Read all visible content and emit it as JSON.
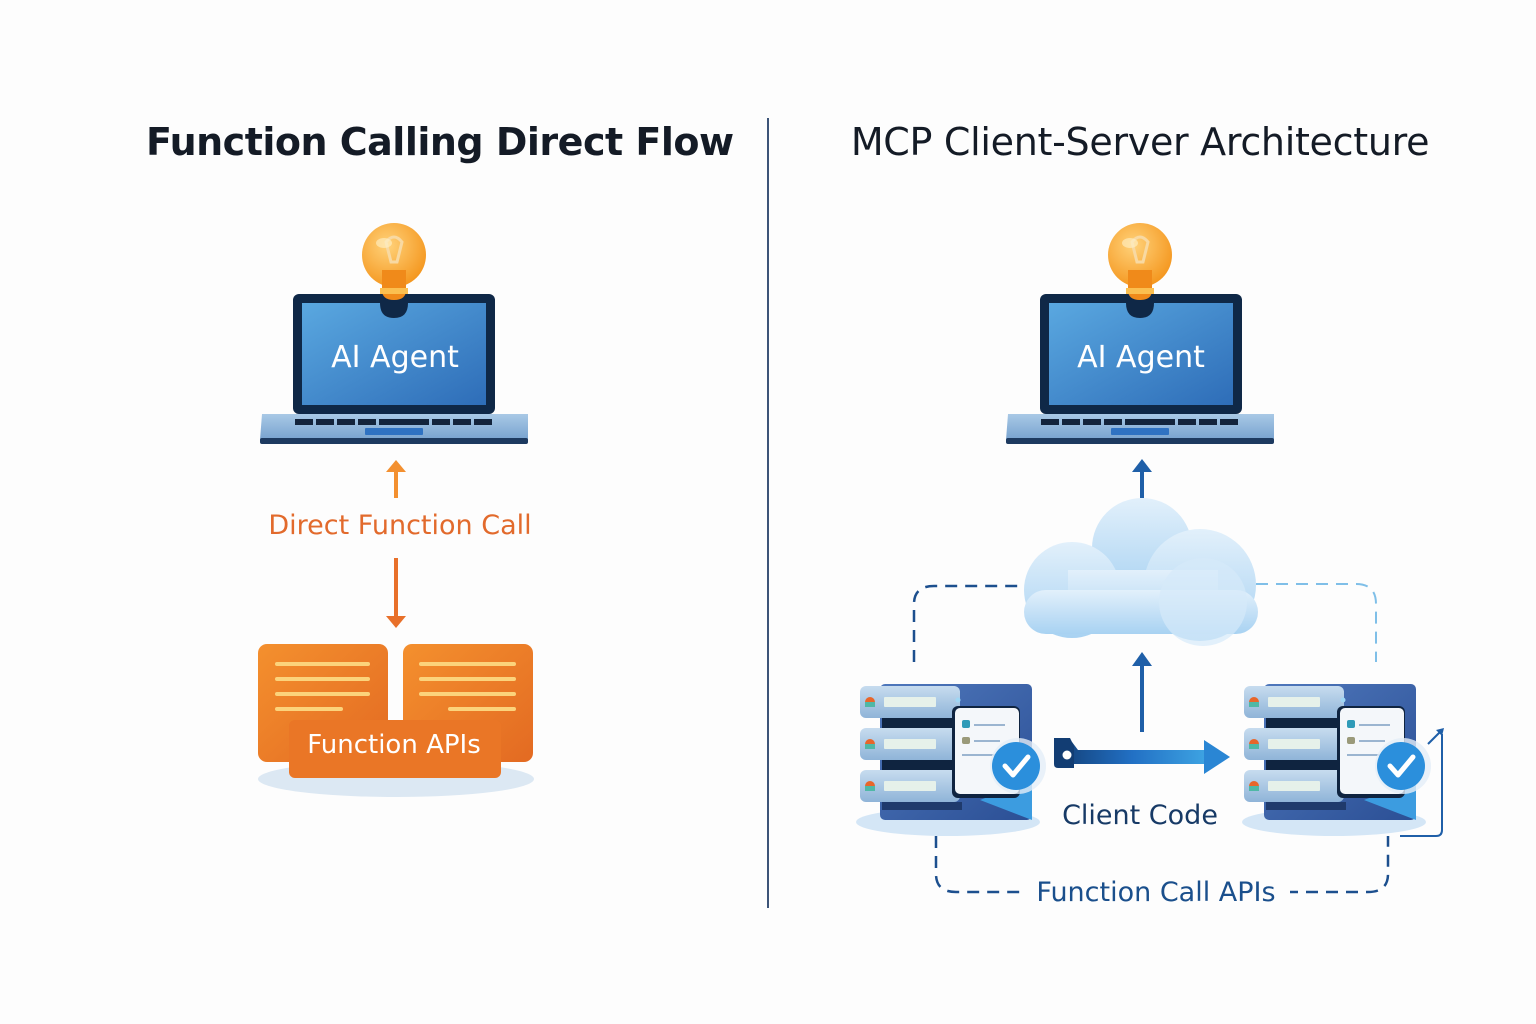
{
  "left_panel": {
    "title": "Function Calling Direct Flow",
    "agent": {
      "label": "AI Agent",
      "icon": "lightbulb-icon"
    },
    "connector": {
      "label": "Direct Function Call",
      "color": "#e26a2c"
    },
    "apis": {
      "label": "Function APIs",
      "color": "#f0802a"
    }
  },
  "right_panel": {
    "title": "MCP Client-Server Architecture",
    "agent": {
      "label": "AI Agent",
      "icon": "lightbulb-icon"
    },
    "cloud": {
      "icon": "cloud-icon"
    },
    "client_code": {
      "label": "Client Code"
    },
    "function_call_apis": {
      "label": "Function Call APIs"
    },
    "servers": [
      {
        "name": "server-left",
        "status": "check"
      },
      {
        "name": "server-right",
        "status": "check"
      }
    ],
    "accent_color": "#1f5fa8"
  }
}
